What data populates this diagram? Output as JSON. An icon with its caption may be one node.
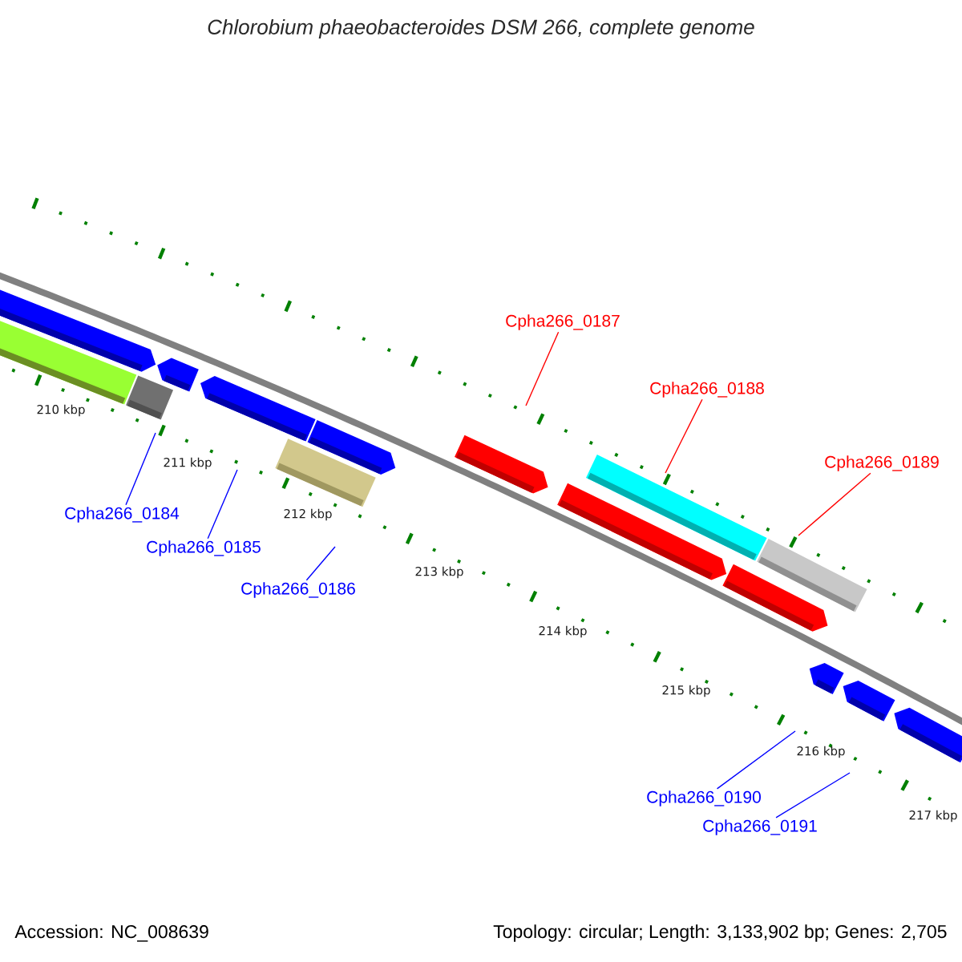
{
  "diagram": {
    "title": "Chlorobium phaeobacteroides DSM 266, complete genome",
    "nodes": [
      {
        "text": [
          "Cpha266_0187"
        ]
      },
      {
        "text": [
          "Cpha266_0188"
        ]
      },
      {
        "text": [
          "Cpha266_0189"
        ]
      },
      {
        "text": [
          "Cpha266_0184"
        ]
      },
      {
        "text": [
          "Cpha266_0185"
        ]
      },
      {
        "text": [
          "Cpha266_0186"
        ]
      },
      {
        "text": [
          "Cpha266_0190"
        ]
      },
      {
        "text": [
          "Cpha266_0191"
        ]
      }
    ],
    "edges": [
      {
        "from": 0,
        "to": null,
        "arrow": "none",
        "color": "#ff0000"
      },
      {
        "from": 1,
        "to": null,
        "arrow": "none",
        "color": "#ff0000"
      },
      {
        "from": 2,
        "to": null,
        "arrow": "none",
        "color": "#ff0000"
      },
      {
        "from": 3,
        "to": null,
        "arrow": "none",
        "color": "#0000ff"
      },
      {
        "from": 4,
        "to": null,
        "arrow": "none",
        "color": "#0000ff"
      },
      {
        "from": 5,
        "to": null,
        "arrow": "none",
        "color": "#0000ff"
      },
      {
        "from": 6,
        "to": null,
        "arrow": "none",
        "color": "#0000ff"
      },
      {
        "from": 7,
        "to": null,
        "arrow": "none",
        "color": "#0000ff"
      }
    ],
    "labels": [
      "210 kbp",
      "211 kbp",
      "212 kbp",
      "213 kbp",
      "214 kbp",
      "215 kbp",
      "216 kbp",
      "217 kbp",
      "Accession: NC_008639",
      "Topology: circular; Length: 3,133,902 bp; Genes: 2,705"
    ]
  }
}
